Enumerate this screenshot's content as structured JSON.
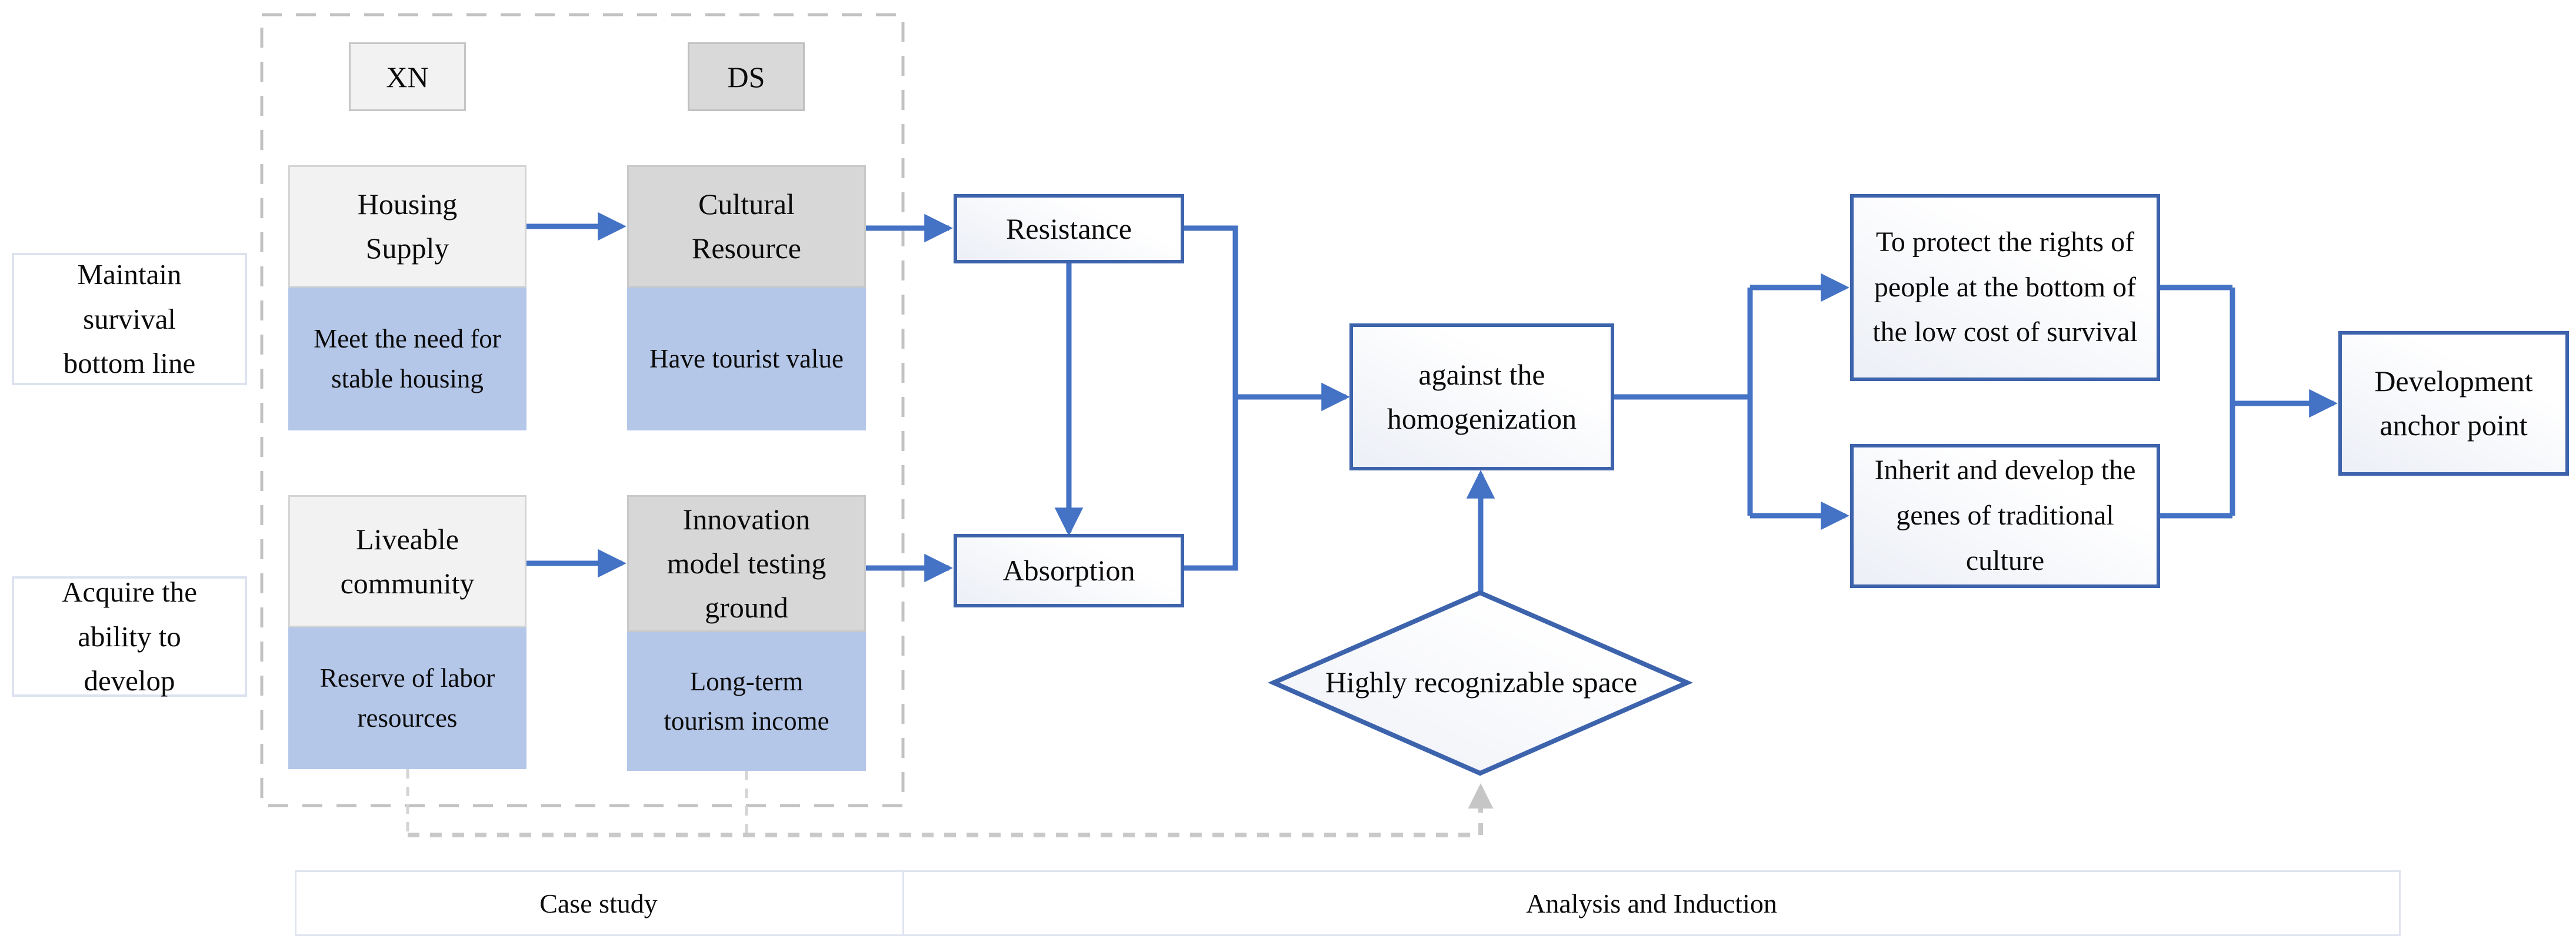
{
  "tags": {
    "xn": "XN",
    "ds": "DS"
  },
  "goals": {
    "maintain": "Maintain survival bottom line",
    "acquire": "Acquire the ability to develop"
  },
  "matrix": {
    "housing_title": "Housing Supply",
    "housing_sub": "Meet the need for stable housing",
    "cultural_title": "Cultural Resource",
    "cultural_sub": "Have tourist value",
    "liveable_title": "Liveable community",
    "liveable_sub": "Reserve of labor resources",
    "innovation_title": "Innovation model testing ground",
    "innovation_sub": "Long-term tourism income"
  },
  "process": {
    "resistance": "Resistance",
    "absorption": "Absorption",
    "central": "against the homogenization",
    "decision": "Highly recognizable space"
  },
  "outcomes": {
    "protect": "To protect the rights of people at the bottom of the low cost of survival",
    "inherit": "Inherit and develop the genes of traditional culture",
    "final": "Development anchor point"
  },
  "footer": {
    "left": "Case study",
    "right": "Analysis and Induction"
  },
  "colors": {
    "arrow_blue": "#4472c4",
    "box_border_blue": "#3c63ac",
    "light_blue_fill": "#b5c7e8",
    "gray_light_fill": "#f2f2f2",
    "gray_mid_fill": "#d9d9d9",
    "dash_gray": "#c3c3c3",
    "footer_border": "#e0e4f0"
  }
}
